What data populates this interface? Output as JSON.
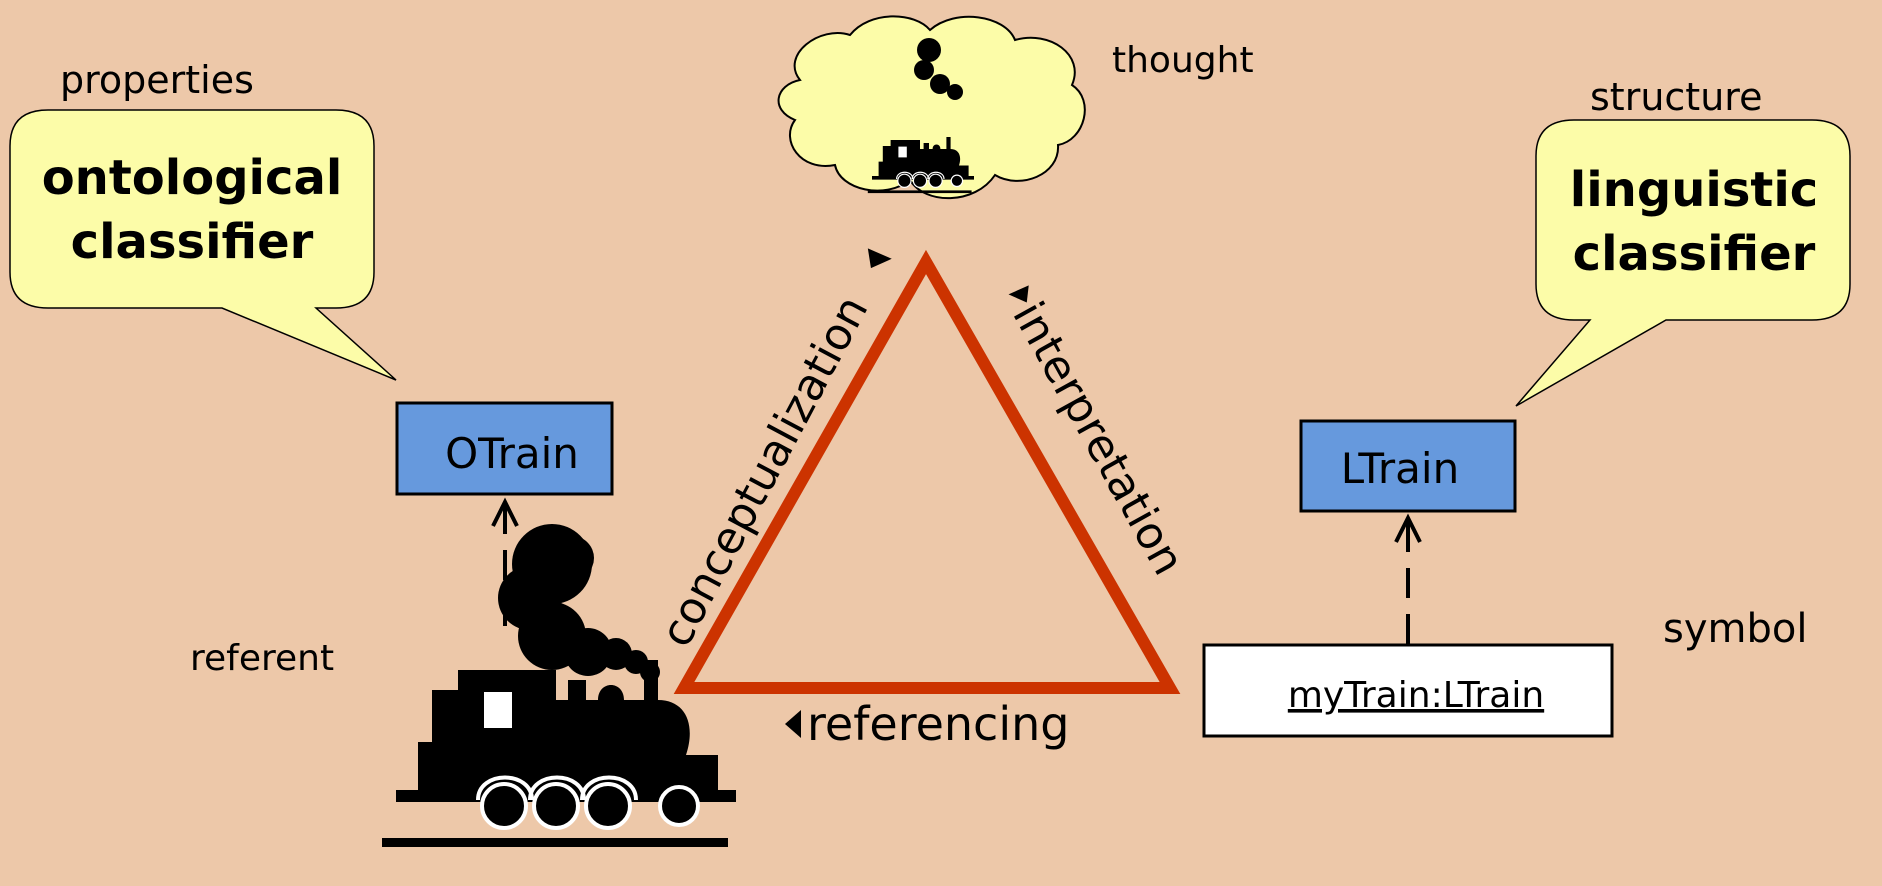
{
  "colors": {
    "background": "#EDC8A9",
    "triangle": "#CC3300",
    "bubble_fill": "#FCFCA8",
    "class_box_fill": "#6699DD",
    "object_box_fill": "#FFFFFF",
    "ink": "#000000"
  },
  "labels": {
    "thought": "thought",
    "properties": "properties",
    "structure": "structure",
    "referent": "referent",
    "symbol": "symbol"
  },
  "bubbles": {
    "ontological": {
      "line1": "ontological",
      "line2": "classifier"
    },
    "linguistic": {
      "line1": "linguistic",
      "line2": "classifier"
    }
  },
  "boxes": {
    "otrain": "OTrain",
    "ltrain": "LTrain",
    "mytrain": "myTrain:LTrain"
  },
  "triangle_edges": {
    "conceptualization": "conceptualization",
    "interpretation": "interpretation",
    "referencing": "referencing"
  },
  "icons": {
    "thought_cloud": "cloud-icon",
    "small_train": "steam-locomotive-icon",
    "large_train": "steam-locomotive-icon"
  }
}
